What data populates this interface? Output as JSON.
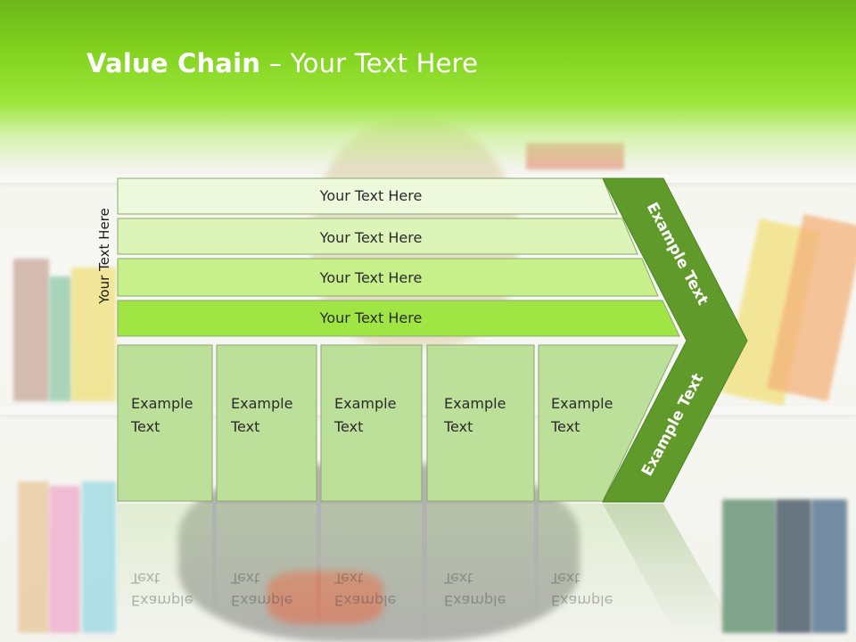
{
  "title": {
    "bold": "Value Chain",
    "rest": " – Your Text Here"
  },
  "side_label": "Your Text Here",
  "rows": [
    {
      "label": "Your Text Here",
      "color": "#eef8dc"
    },
    {
      "label": "Your Text Here",
      "color": "#dcf4b8"
    },
    {
      "label": "Your Text Here",
      "color": "#c7f08a"
    },
    {
      "label": "Your Text Here",
      "color": "#9fe645"
    }
  ],
  "cells": [
    {
      "line1": "Example",
      "line2": "Text"
    },
    {
      "line1": "Example",
      "line2": "Text"
    },
    {
      "line1": "Example",
      "line2": "Text"
    },
    {
      "line1": "Example",
      "line2": "Text"
    },
    {
      "line1": "Example",
      "line2": "Text"
    }
  ],
  "chevron_top": "Example Text",
  "chevron_bottom": "Example Text",
  "colors": {
    "header_green": "#82d21e",
    "chevron": "#5f9a2b",
    "cell_fill": "#bcdf9a",
    "border": "#8aaa6a"
  }
}
